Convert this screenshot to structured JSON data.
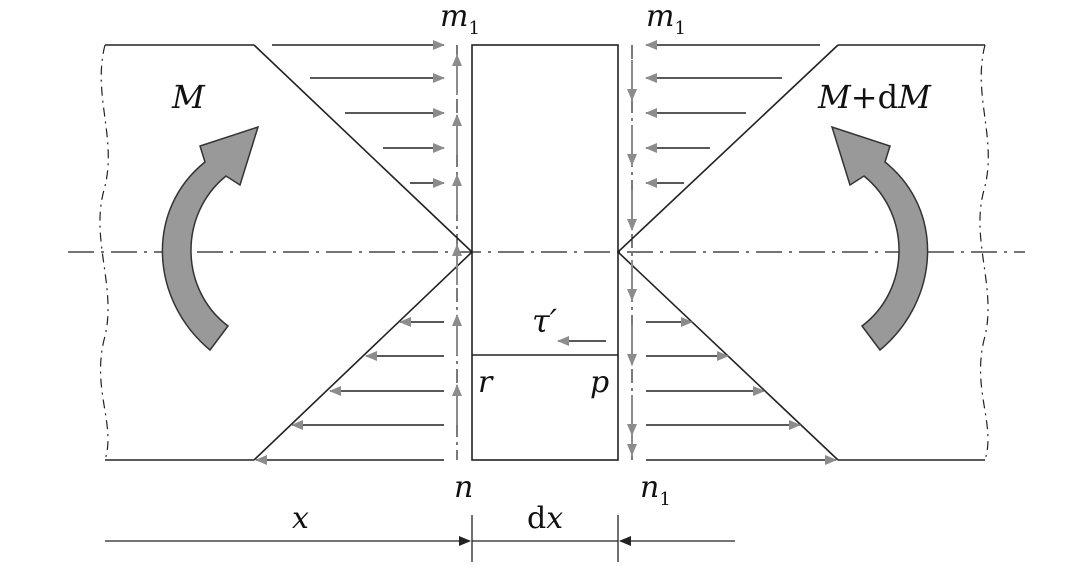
{
  "labels": {
    "m1_left": {
      "base": "m",
      "sub": "1"
    },
    "m1_right": {
      "base": "m",
      "sub": "1"
    },
    "n": "n",
    "n1": {
      "base": "n",
      "sub": "1"
    },
    "moment_left": "M",
    "moment_right": {
      "a": "M",
      "b": "+d",
      "c": "M"
    },
    "tau": "τ′",
    "r": "r",
    "p": "p",
    "x": "x",
    "dx": {
      "a": "d",
      "b": "x"
    }
  },
  "colors": {
    "line": "#222222",
    "arrow_gray": "#8c8c8c",
    "moment_fill": "#999999",
    "moment_stroke": "#333333"
  }
}
